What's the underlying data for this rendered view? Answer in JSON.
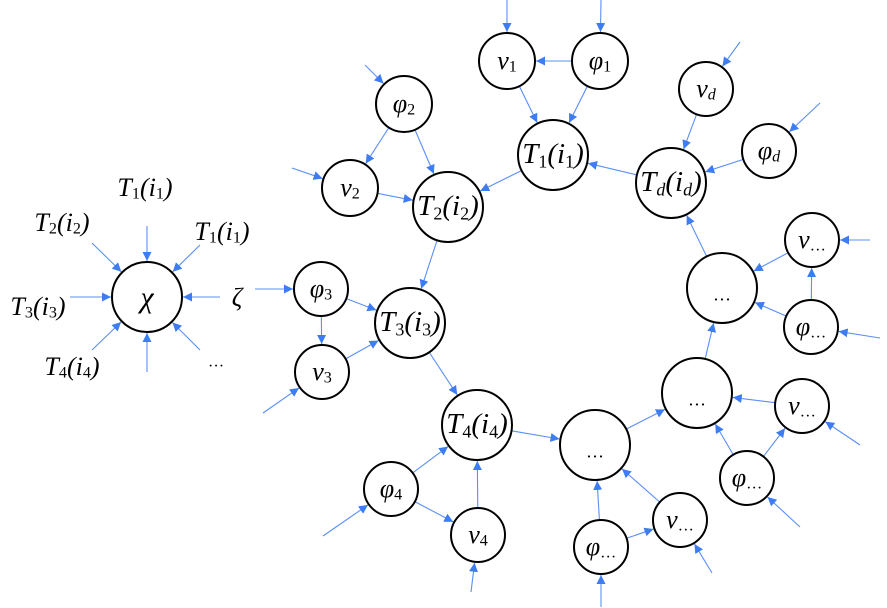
{
  "colors": {
    "edge": "#5b8ff5",
    "arrow": "#3d7cf2",
    "node_stroke": "#000000"
  },
  "legend": {
    "center": [
      {
        "t": "χ"
      }
    ],
    "inputs": [
      [
        {
          "t": "T"
        },
        {
          "t": "1",
          "s": true
        },
        {
          "t": "(i"
        },
        {
          "t": "1",
          "s": true
        },
        {
          "t": ")"
        }
      ],
      [
        {
          "t": "T"
        },
        {
          "t": "2",
          "s": true
        },
        {
          "t": "(i"
        },
        {
          "t": "2",
          "s": true
        },
        {
          "t": ")"
        }
      ],
      [
        {
          "t": "T"
        },
        {
          "t": "1",
          "s": true
        },
        {
          "t": "(i"
        },
        {
          "t": "1",
          "s": true
        },
        {
          "t": ")"
        }
      ],
      [
        {
          "t": "T"
        },
        {
          "t": "3",
          "s": true
        },
        {
          "t": "(i"
        },
        {
          "t": "3",
          "s": true
        },
        {
          "t": ")"
        }
      ],
      [
        {
          "t": "ζ"
        }
      ],
      [
        {
          "t": "T"
        },
        {
          "t": "4",
          "s": true
        },
        {
          "t": "(i"
        },
        {
          "t": "4",
          "s": true
        },
        {
          "t": ")"
        }
      ],
      [
        {
          "t": "…",
          "s": true
        }
      ]
    ]
  },
  "nodes": {
    "v1": [
      {
        "t": "v"
      },
      {
        "t": "1",
        "s": true
      }
    ],
    "phi1": [
      {
        "t": "φ"
      },
      {
        "t": "1",
        "s": true
      }
    ],
    "vd": [
      {
        "t": "v"
      },
      {
        "t": "d",
        "s": true,
        "i": true
      }
    ],
    "phid": [
      {
        "t": "φ"
      },
      {
        "t": "d",
        "s": true,
        "i": true
      }
    ],
    "T1": [
      {
        "t": "T"
      },
      {
        "t": "1",
        "s": true
      },
      {
        "t": "(i"
      },
      {
        "t": "1",
        "s": true
      },
      {
        "t": ")"
      }
    ],
    "Td": [
      {
        "t": "T"
      },
      {
        "t": "d",
        "s": true,
        "i": true
      },
      {
        "t": "(i"
      },
      {
        "t": "d",
        "s": true,
        "i": true
      },
      {
        "t": ")"
      }
    ],
    "phi2": [
      {
        "t": "φ"
      },
      {
        "t": "2",
        "s": true
      }
    ],
    "v2": [
      {
        "t": "v"
      },
      {
        "t": "2",
        "s": true
      }
    ],
    "T2": [
      {
        "t": "T"
      },
      {
        "t": "2",
        "s": true
      },
      {
        "t": "(i"
      },
      {
        "t": "2",
        "s": true
      },
      {
        "t": ")"
      }
    ],
    "phi3": [
      {
        "t": "φ"
      },
      {
        "t": "3",
        "s": true
      }
    ],
    "v3": [
      {
        "t": "v"
      },
      {
        "t": "3",
        "s": true
      }
    ],
    "T3": [
      {
        "t": "T"
      },
      {
        "t": "3",
        "s": true
      },
      {
        "t": "(i"
      },
      {
        "t": "3",
        "s": true
      },
      {
        "t": ")"
      }
    ],
    "T4": [
      {
        "t": "T"
      },
      {
        "t": "4",
        "s": true
      },
      {
        "t": "(i"
      },
      {
        "t": "4",
        "s": true
      },
      {
        "t": ")"
      }
    ],
    "phi4": [
      {
        "t": "φ"
      },
      {
        "t": "4",
        "s": true
      }
    ],
    "v4": [
      {
        "t": "v"
      },
      {
        "t": "4",
        "s": true
      }
    ],
    "dots1": [
      {
        "t": "…",
        "s": true
      }
    ],
    "dots2": [
      {
        "t": "…",
        "s": true
      }
    ],
    "dots3": [
      {
        "t": "…",
        "s": true
      }
    ],
    "va": [
      {
        "t": "v"
      },
      {
        "t": "…",
        "s": true
      }
    ],
    "phia": [
      {
        "t": "φ"
      },
      {
        "t": "…",
        "s": true
      }
    ],
    "vb": [
      {
        "t": "v"
      },
      {
        "t": "…",
        "s": true
      }
    ],
    "phib": [
      {
        "t": "φ"
      },
      {
        "t": "…",
        "s": true
      }
    ],
    "vc": [
      {
        "t": "v"
      },
      {
        "t": "…",
        "s": true
      }
    ],
    "phic": [
      {
        "t": "φ"
      },
      {
        "t": "…",
        "s": true
      }
    ]
  },
  "edges": [
    [
      "phi1",
      "v1"
    ],
    [
      "v1",
      "T1"
    ],
    [
      "phi1",
      "T1"
    ],
    [
      "T1",
      "T2"
    ],
    [
      "Td",
      "T1"
    ],
    [
      "vd",
      "Td"
    ],
    [
      "phid",
      "Td"
    ],
    [
      "dots3",
      "Td"
    ],
    [
      "phi2",
      "v2"
    ],
    [
      "phi2",
      "T2"
    ],
    [
      "v2",
      "T2"
    ],
    [
      "T2",
      "T3"
    ],
    [
      "phi3",
      "v3"
    ],
    [
      "phi3",
      "T3"
    ],
    [
      "v3",
      "T3"
    ],
    [
      "T3",
      "T4"
    ],
    [
      "phi4",
      "T4"
    ],
    [
      "v4",
      "T4"
    ],
    [
      "phi4",
      "v4"
    ],
    [
      "T4",
      "dots1"
    ],
    [
      "phic",
      "dots1"
    ],
    [
      "vc",
      "dots1"
    ],
    [
      "phic",
      "vc"
    ],
    [
      "dots1",
      "dots2"
    ],
    [
      "vb",
      "dots2"
    ],
    [
      "phib",
      "dots2"
    ],
    [
      "phib",
      "vb"
    ],
    [
      "dots2",
      "dots3"
    ],
    [
      "va",
      "dots3"
    ],
    [
      "phia",
      "dots3"
    ],
    [
      "phia",
      "va"
    ]
  ]
}
